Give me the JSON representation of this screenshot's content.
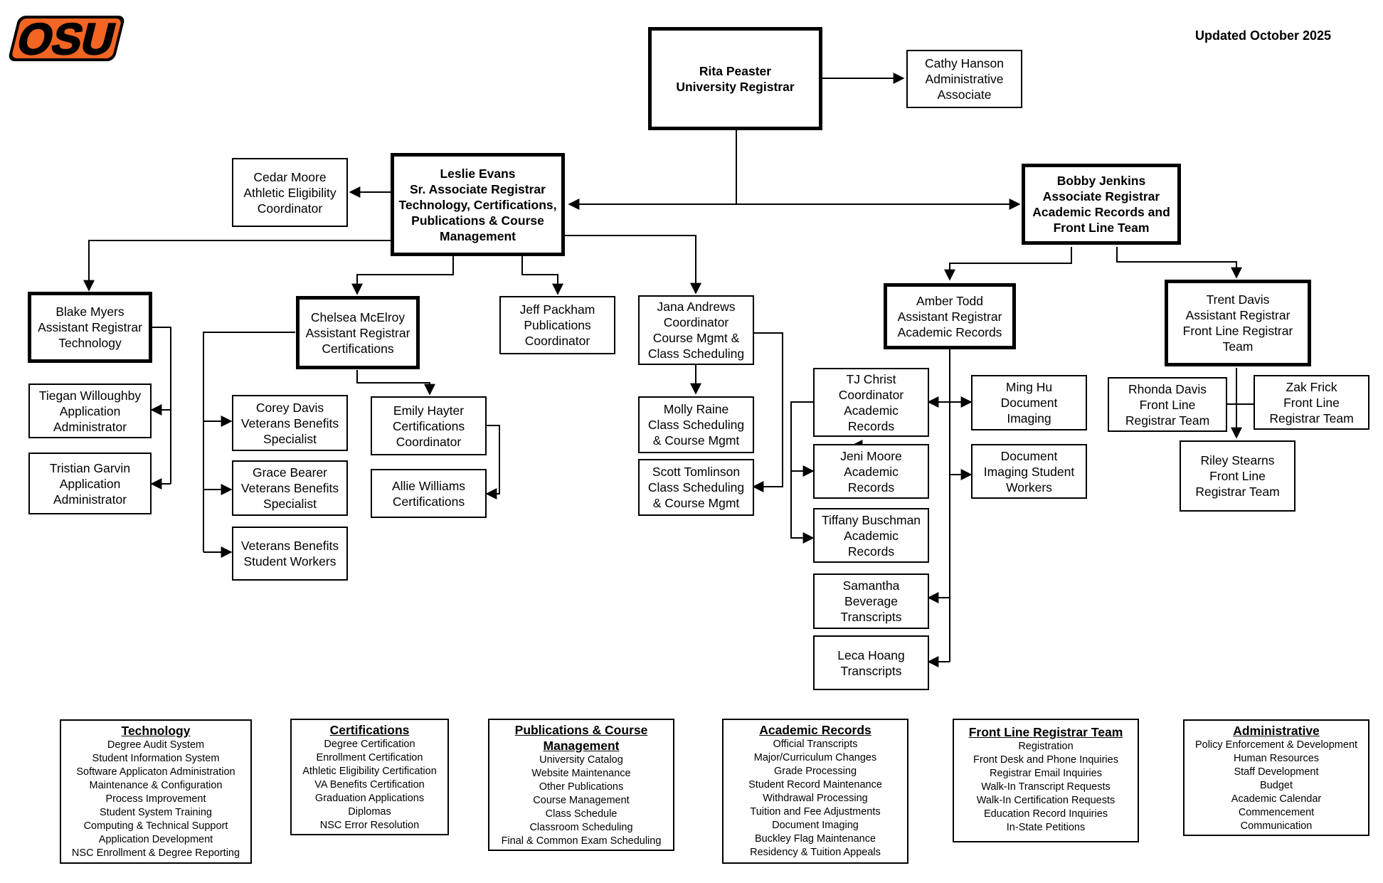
{
  "updated": "Updated October 2025",
  "logo_text": "OSU",
  "nodes": {
    "rita": [
      "Rita Peaster",
      "University Registrar"
    ],
    "cathy": [
      "Cathy Hanson",
      "Administrative",
      "Associate"
    ],
    "leslie": [
      "Leslie Evans",
      "Sr. Associate Registrar",
      "Technology, Certifications,",
      "Publications & Course",
      "Management"
    ],
    "cedar": [
      "Cedar Moore",
      "Athletic Eligibility",
      "Coordinator"
    ],
    "bobby": [
      "Bobby Jenkins",
      "Associate Registrar",
      "Academic Records and",
      "Front Line Team"
    ],
    "blake": [
      "Blake Myers",
      "Assistant Registrar",
      "Technology"
    ],
    "tiegan": [
      "Tiegan Willoughby",
      "Application",
      "Administrator"
    ],
    "tristian": [
      "Tristian Garvin",
      "Application",
      "Administrator"
    ],
    "chelsea": [
      "Chelsea McElroy",
      "Assistant Registrar",
      "Certifications"
    ],
    "corey": [
      "Corey Davis",
      "Veterans Benefits",
      "Specialist"
    ],
    "grace": [
      "Grace Bearer",
      "Veterans Benefits",
      "Specialist"
    ],
    "vbsw": [
      "Veterans Benefits",
      "Student Workers"
    ],
    "emily": [
      "Emily Hayter",
      "Certifications",
      "Coordinator"
    ],
    "allie": [
      "Allie Williams",
      "Certifications"
    ],
    "jeff": [
      "Jeff Packham",
      "Publications",
      "Coordinator"
    ],
    "jana": [
      "Jana Andrews",
      "Coordinator",
      "Course Mgmt &",
      "Class Scheduling"
    ],
    "molly": [
      "Molly Raine",
      "Class Scheduling",
      "& Course Mgmt"
    ],
    "scott": [
      "Scott Tomlinson",
      "Class Scheduling",
      "& Course Mgmt"
    ],
    "amber": [
      "Amber Todd",
      "Assistant Registrar",
      "Academic Records"
    ],
    "tj": [
      "TJ Christ",
      "Coordinator",
      "Academic",
      "Records"
    ],
    "jeni": [
      "Jeni Moore",
      "Academic",
      "Records"
    ],
    "tiffany": [
      "Tiffany Buschman",
      "Academic",
      "Records"
    ],
    "samantha": [
      "Samantha",
      "Beverage",
      "Transcripts"
    ],
    "leca": [
      "Leca Hoang",
      "Transcripts"
    ],
    "ming": [
      "Ming Hu",
      "Document",
      "Imaging"
    ],
    "docsw": [
      "Document",
      "Imaging Student",
      "Workers"
    ],
    "trent": [
      "Trent Davis",
      "Assistant Registrar",
      "Front Line Registrar",
      "Team"
    ],
    "rhonda": [
      "Rhonda Davis",
      "Front Line",
      "Registrar Team"
    ],
    "zak": [
      "Zak Frick",
      "Front Line",
      "Registrar Team"
    ],
    "riley": [
      "Riley Stearns",
      "Front Line",
      "Registrar Team"
    ]
  },
  "legends": [
    {
      "title": "Technology",
      "items": [
        "Degree Audit System",
        "Student Information System",
        "Software Applicaton Administration",
        "Maintenance & Configuration",
        "Process Improvement",
        "Student System Training",
        "Computing & Technical Support",
        "Application Development",
        "NSC Enrollment & Degree Reporting"
      ]
    },
    {
      "title": "Certifications",
      "items": [
        "Degree Certification",
        "Enrollment Certification",
        "Athletic Eligibility Certification",
        "VA Benefits Certification",
        "Graduation Applications",
        "Diplomas",
        "NSC Error Resolution"
      ]
    },
    {
      "title": "Publications & Course Management",
      "items": [
        "University Catalog",
        "Website Maintenance",
        "Other Publications",
        "Course Management",
        "Class Schedule",
        "Classroom Scheduling",
        "Final & Common Exam Scheduling"
      ]
    },
    {
      "title": "Academic Records",
      "items": [
        "Official Transcripts",
        "Major/Curriculum Changes",
        "Grade Processing",
        "Student Record Maintenance",
        "Withdrawal Processing",
        "Tuition and Fee Adjustments",
        "Document Imaging",
        "Buckley Flag Maintenance",
        "Residency & Tuition Appeals"
      ]
    },
    {
      "title": "Front Line Registrar Team",
      "items": [
        "Registration",
        "Front Desk and Phone Inquiries",
        "Registrar Email Inquiries",
        "Walk-In Transcript Requests",
        "Walk-In Certification Requests",
        "Education Record Inquiries",
        "In-State Petitions"
      ]
    },
    {
      "title": "Administrative",
      "items": [
        "Policy Enforcement & Development",
        "Human Resources",
        "Staff Development",
        "Budget",
        "Academic Calendar",
        "Commencement",
        "Communication"
      ]
    }
  ],
  "colors": {
    "logo_orange": "#F26522",
    "logo_black": "#000000"
  }
}
